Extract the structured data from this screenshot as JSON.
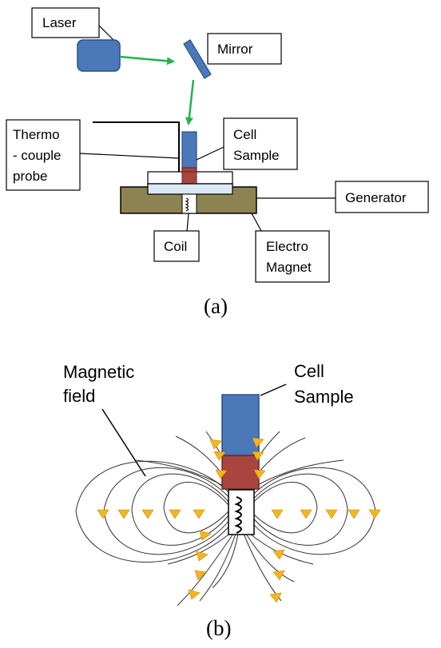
{
  "figure_a": {
    "caption": "(a)",
    "labels": {
      "laser": "Laser",
      "mirror": "Mirror",
      "thermo_line1": "Thermo",
      "thermo_line2": "- couple",
      "thermo_line3": "probe",
      "cell_line1": "Cell",
      "cell_line2": "Sample",
      "generator": "Generator",
      "coil": "Coil",
      "electro_line1": "Electro",
      "electro_line2": "Magnet"
    }
  },
  "figure_b": {
    "caption": "(b)",
    "labels": {
      "magnetic_line1": "Magnetic",
      "magnetic_line2": "field",
      "cell_line1": "Cell",
      "cell_line2": "Sample"
    }
  },
  "colors": {
    "laser_blue": "#4a78b8",
    "beam_green": "#22b24c",
    "sample_red": "#a8453e",
    "magnet_olive": "#8d8252",
    "plate_lightblue": "#dce8f4",
    "arrow_yellow": "#f5b51d"
  }
}
